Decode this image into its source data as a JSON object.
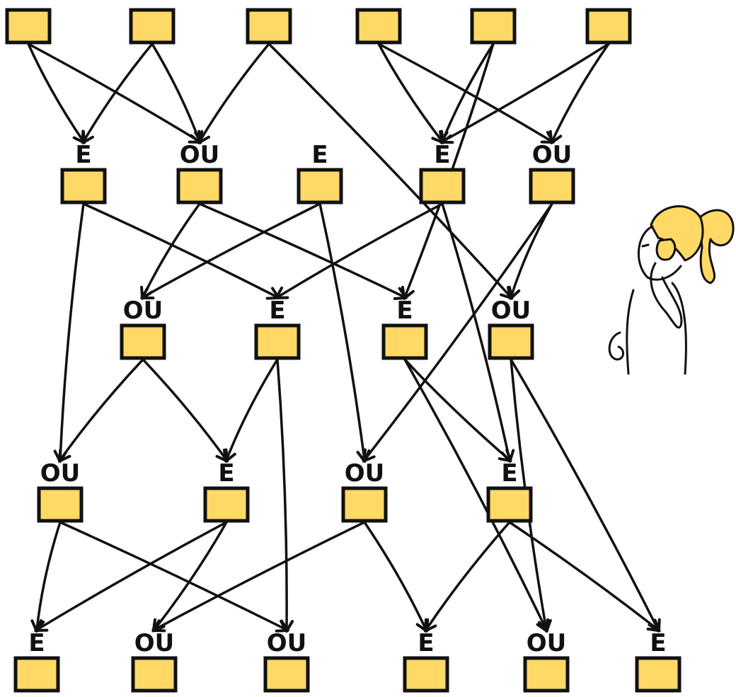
{
  "diagram": {
    "node_fill": "#FFD966",
    "node_stroke": "#111111",
    "edge_color": "#111111",
    "layers": [
      {
        "id": "inputs",
        "nodes": [
          {
            "id": "in1",
            "label": ""
          },
          {
            "id": "in2",
            "label": ""
          },
          {
            "id": "in3",
            "label": ""
          },
          {
            "id": "in4",
            "label": ""
          },
          {
            "id": "in5",
            "label": ""
          },
          {
            "id": "in6",
            "label": ""
          }
        ]
      },
      {
        "id": "layer1",
        "nodes": [
          {
            "id": "g1a",
            "label": "E"
          },
          {
            "id": "g1b",
            "label": "OU"
          },
          {
            "id": "g1c",
            "label": "E"
          },
          {
            "id": "g1d",
            "label": "E"
          },
          {
            "id": "g1e",
            "label": "OU"
          }
        ]
      },
      {
        "id": "layer2",
        "nodes": [
          {
            "id": "g2a",
            "label": "OU"
          },
          {
            "id": "g2b",
            "label": "E"
          },
          {
            "id": "g2c",
            "label": "E"
          },
          {
            "id": "g2d",
            "label": "OU"
          }
        ]
      },
      {
        "id": "layer3",
        "nodes": [
          {
            "id": "g3a",
            "label": "OU"
          },
          {
            "id": "g3b",
            "label": "E"
          },
          {
            "id": "g3c",
            "label": "OU"
          },
          {
            "id": "g3d",
            "label": "E"
          }
        ]
      },
      {
        "id": "outputs",
        "nodes": [
          {
            "id": "o1",
            "label": "E"
          },
          {
            "id": "o2",
            "label": "OU"
          },
          {
            "id": "o3",
            "label": "OU"
          },
          {
            "id": "o4",
            "label": "E"
          },
          {
            "id": "o5",
            "label": "OU"
          },
          {
            "id": "o6",
            "label": "E"
          }
        ]
      }
    ],
    "edges": [
      [
        "in1",
        "g1a"
      ],
      [
        "in1",
        "g1b"
      ],
      [
        "in2",
        "g1a"
      ],
      [
        "in2",
        "g1b"
      ],
      [
        "in3",
        "g1b"
      ],
      [
        "in3",
        "g2d"
      ],
      [
        "in4",
        "g1d"
      ],
      [
        "in4",
        "g1e"
      ],
      [
        "in5",
        "g1d"
      ],
      [
        "in5",
        "g2c"
      ],
      [
        "in6",
        "g1e"
      ],
      [
        "in6",
        "g1d"
      ],
      [
        "g1a",
        "g3a"
      ],
      [
        "g1a",
        "g2b"
      ],
      [
        "g1b",
        "g2a"
      ],
      [
        "g1b",
        "g2c"
      ],
      [
        "g1c",
        "g2a"
      ],
      [
        "g1c",
        "g3c"
      ],
      [
        "g1d",
        "g2b"
      ],
      [
        "g1d",
        "g3d"
      ],
      [
        "g1e",
        "g2d"
      ],
      [
        "g1e",
        "g3c"
      ],
      [
        "g2a",
        "g3a"
      ],
      [
        "g2a",
        "g3b"
      ],
      [
        "g2b",
        "g3b"
      ],
      [
        "g2b",
        "o3"
      ],
      [
        "g2c",
        "g3d"
      ],
      [
        "g2c",
        "o5"
      ],
      [
        "g2d",
        "o5"
      ],
      [
        "g2d",
        "o6"
      ],
      [
        "g3a",
        "o1"
      ],
      [
        "g3a",
        "o3"
      ],
      [
        "g3b",
        "o1"
      ],
      [
        "g3b",
        "o2"
      ],
      [
        "g3c",
        "o2"
      ],
      [
        "g3c",
        "o4"
      ],
      [
        "g3d",
        "o4"
      ],
      [
        "g3d",
        "o6"
      ]
    ]
  },
  "figure": {
    "name": "person-thinking",
    "hair_color": "#FFD966"
  }
}
